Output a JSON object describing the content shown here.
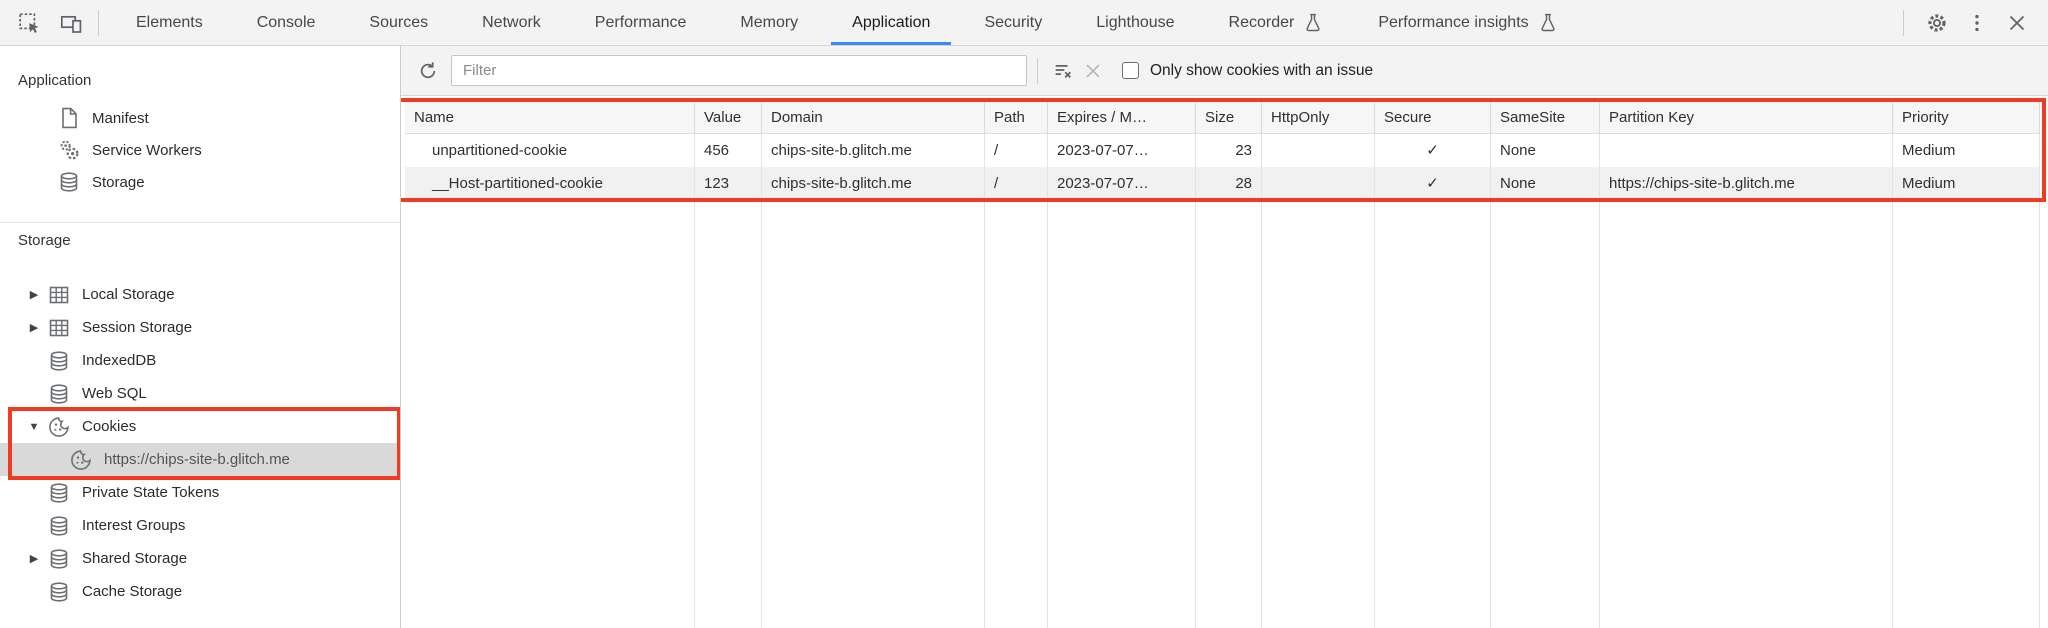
{
  "tabbar": {
    "tabs": [
      {
        "label": "Elements"
      },
      {
        "label": "Console"
      },
      {
        "label": "Sources"
      },
      {
        "label": "Network"
      },
      {
        "label": "Performance"
      },
      {
        "label": "Memory"
      },
      {
        "label": "Application",
        "active": true
      },
      {
        "label": "Security"
      },
      {
        "label": "Lighthouse"
      },
      {
        "label": "Recorder",
        "experimental": true
      },
      {
        "label": "Performance insights",
        "experimental": true
      }
    ],
    "active_tab": "Application"
  },
  "sidebar": {
    "sections": [
      {
        "title": "Application",
        "items": [
          {
            "label": "Manifest",
            "icon": "document-icon"
          },
          {
            "label": "Service Workers",
            "icon": "gears-icon"
          },
          {
            "label": "Storage",
            "icon": "database-icon"
          }
        ]
      },
      {
        "title": "Storage",
        "items": [
          {
            "label": "Local Storage",
            "icon": "grid-icon",
            "state": "collapsed"
          },
          {
            "label": "Session Storage",
            "icon": "grid-icon",
            "state": "collapsed"
          },
          {
            "label": "IndexedDB",
            "icon": "database-icon"
          },
          {
            "label": "Web SQL",
            "icon": "database-icon"
          },
          {
            "label": "Cookies",
            "icon": "cookie-icon",
            "state": "expanded"
          },
          {
            "label": "https://chips-site-b.glitch.me",
            "icon": "cookie-icon",
            "selected": true
          },
          {
            "label": "Private State Tokens",
            "icon": "database-icon"
          },
          {
            "label": "Interest Groups",
            "icon": "database-icon"
          },
          {
            "label": "Shared Storage",
            "icon": "database-icon",
            "state": "collapsed"
          },
          {
            "label": "Cache Storage",
            "icon": "database-icon"
          }
        ]
      }
    ]
  },
  "toolbar": {
    "filter_placeholder": "Filter",
    "filter_value": "",
    "checkbox_label": "Only show cookies with an issue",
    "checkbox_checked": false
  },
  "cookie_table": {
    "columns": [
      "Name",
      "Value",
      "Domain",
      "Path",
      "Expires / M…",
      "Size",
      "HttpOnly",
      "Secure",
      "SameSite",
      "Partition Key",
      "Priority"
    ],
    "rows": [
      {
        "cells": [
          "unpartitioned-cookie",
          "456",
          "chips-site-b.glitch.me",
          "/",
          "2023-07-07…",
          "23",
          "",
          "✓",
          "None",
          "",
          "Medium"
        ]
      },
      {
        "cells": [
          "__Host-partitioned-cookie",
          "123",
          "chips-site-b.glitch.me",
          "/",
          "2023-07-07…",
          "28",
          "",
          "✓",
          "None",
          "https://chips-site-b.glitch.me",
          "Medium"
        ]
      }
    ]
  },
  "glyphs": {
    "expanded": "▼",
    "collapsed": "▶"
  },
  "colors": {
    "accent_blue": "#4285f4",
    "annotation_red": "#ef3b24",
    "selected_bg": "#d9d9d9"
  }
}
